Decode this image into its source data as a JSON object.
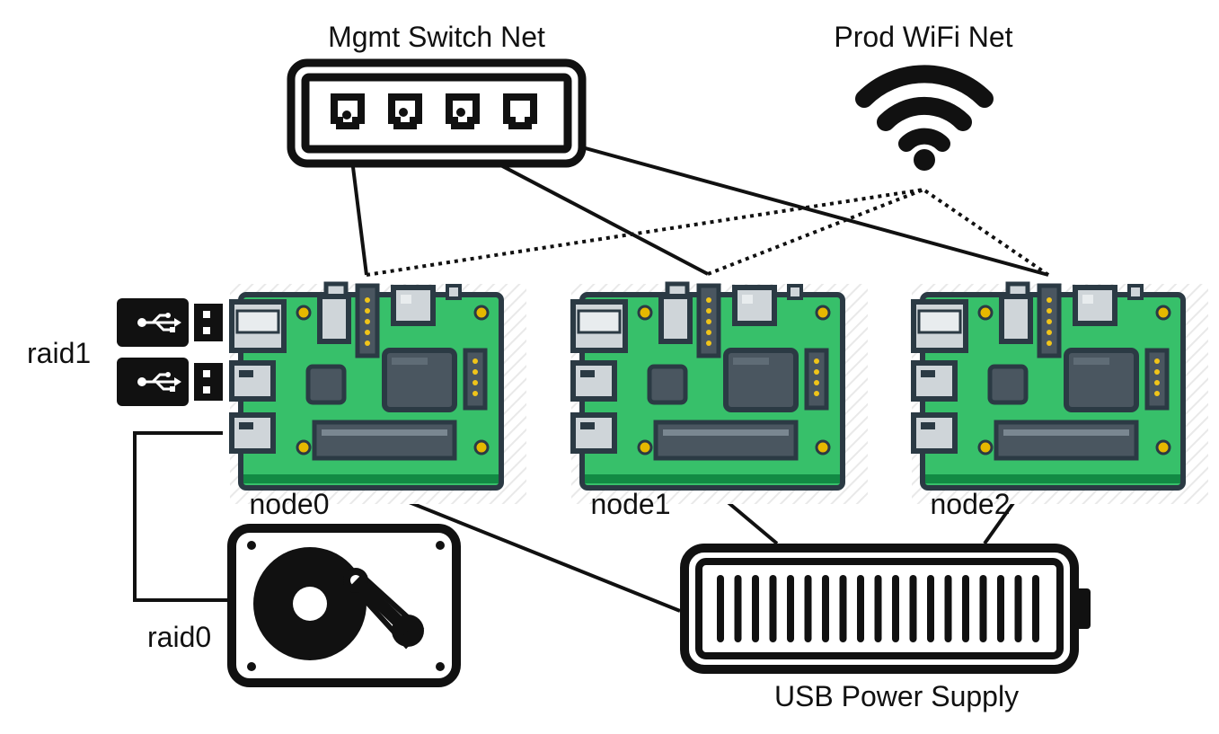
{
  "labels": {
    "switch": "Mgmt Switch Net",
    "wifi": "Prod WiFi Net",
    "raid1": "raid1",
    "raid0": "raid0",
    "node0": "node0",
    "node1": "node1",
    "node2": "node2",
    "power": "USB Power Supply"
  },
  "colors": {
    "outline": "#111111",
    "board": "#37c06a",
    "board_dark": "#128a44",
    "chip": "#4a5660",
    "port": "#cfd5d9",
    "header": "#f0c419",
    "mount": "#e6b800",
    "hatch": "#e6e6e6"
  },
  "icons": {
    "switch": "network-switch-icon",
    "wifi": "wifi-icon",
    "usb": "usb-drive-icon",
    "disk": "hard-disk-icon",
    "battery": "battery-icon",
    "board": "single-board-computer-icon"
  }
}
